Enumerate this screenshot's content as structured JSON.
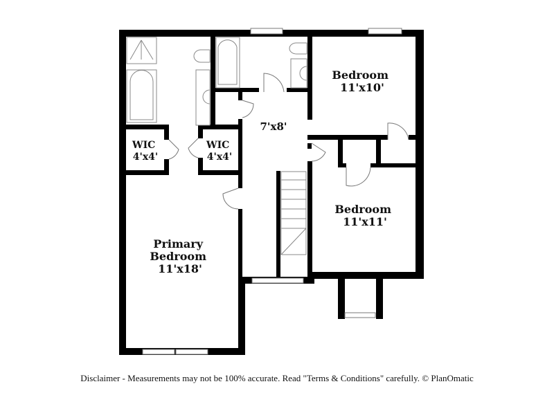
{
  "floorplan": {
    "rooms": [
      {
        "id": "primary-bedroom",
        "lines": [
          "Primary",
          "Bedroom",
          "11'x18'"
        ]
      },
      {
        "id": "wic-left",
        "lines": [
          "WIC",
          "4'x4'"
        ]
      },
      {
        "id": "wic-right",
        "lines": [
          "WIC",
          "4'x4'"
        ]
      },
      {
        "id": "hall",
        "lines": [
          "7'x8'"
        ]
      },
      {
        "id": "bedroom-top",
        "lines": [
          "Bedroom",
          "11'x10'"
        ]
      },
      {
        "id": "bedroom-bottom",
        "lines": [
          "Bedroom",
          "11'x11'"
        ]
      }
    ],
    "colors": {
      "wall": "#000000",
      "fixture_line": "#888888",
      "background": "#ffffff"
    }
  },
  "footer": {
    "disclaimer": "Disclaimer - Measurements may not be 100% accurate. Read \"Terms & Conditions\" carefully. © PlanOmatic"
  }
}
